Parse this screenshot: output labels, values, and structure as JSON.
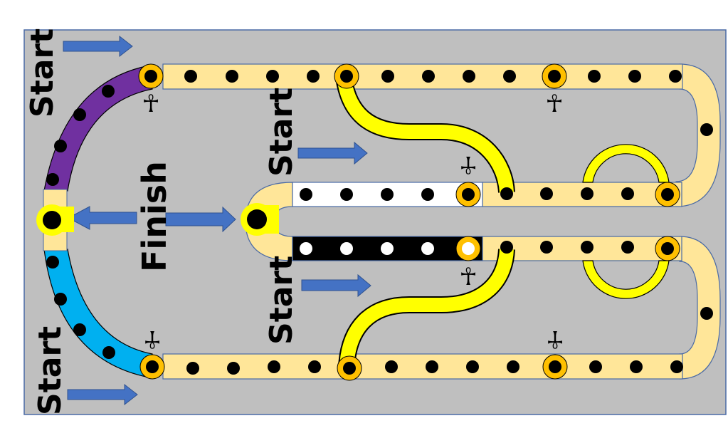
{
  "board": {
    "title": "Race game board",
    "colors": {
      "background": "#bfbfbf",
      "border": "#4a6aa5",
      "track": "#ffe699",
      "track_edge": "#4a6aa5",
      "purple": "#7030a0",
      "blue": "#00b0f0",
      "shortcut": "#ffff00",
      "special_ring": "#ffc000",
      "arrow": "#4472c4",
      "white_lane": "#ffffff",
      "black_lane": "#000000"
    }
  },
  "labels": {
    "start_top_left": "Start",
    "start_bottom_left": "Start",
    "start_center_top": "Start",
    "start_center_bottom": "Start",
    "finish": "Finish"
  },
  "icons": {
    "ankh": "☥",
    "finish_symbol": "omega-finish-icon"
  },
  "lanes": {
    "white_lane_spaces": 5,
    "black_lane_spaces": 5,
    "top_row_spaces": 14,
    "bottom_row_spaces": 14,
    "purple_arc_spaces": 4,
    "blue_arc_spaces": 4
  }
}
